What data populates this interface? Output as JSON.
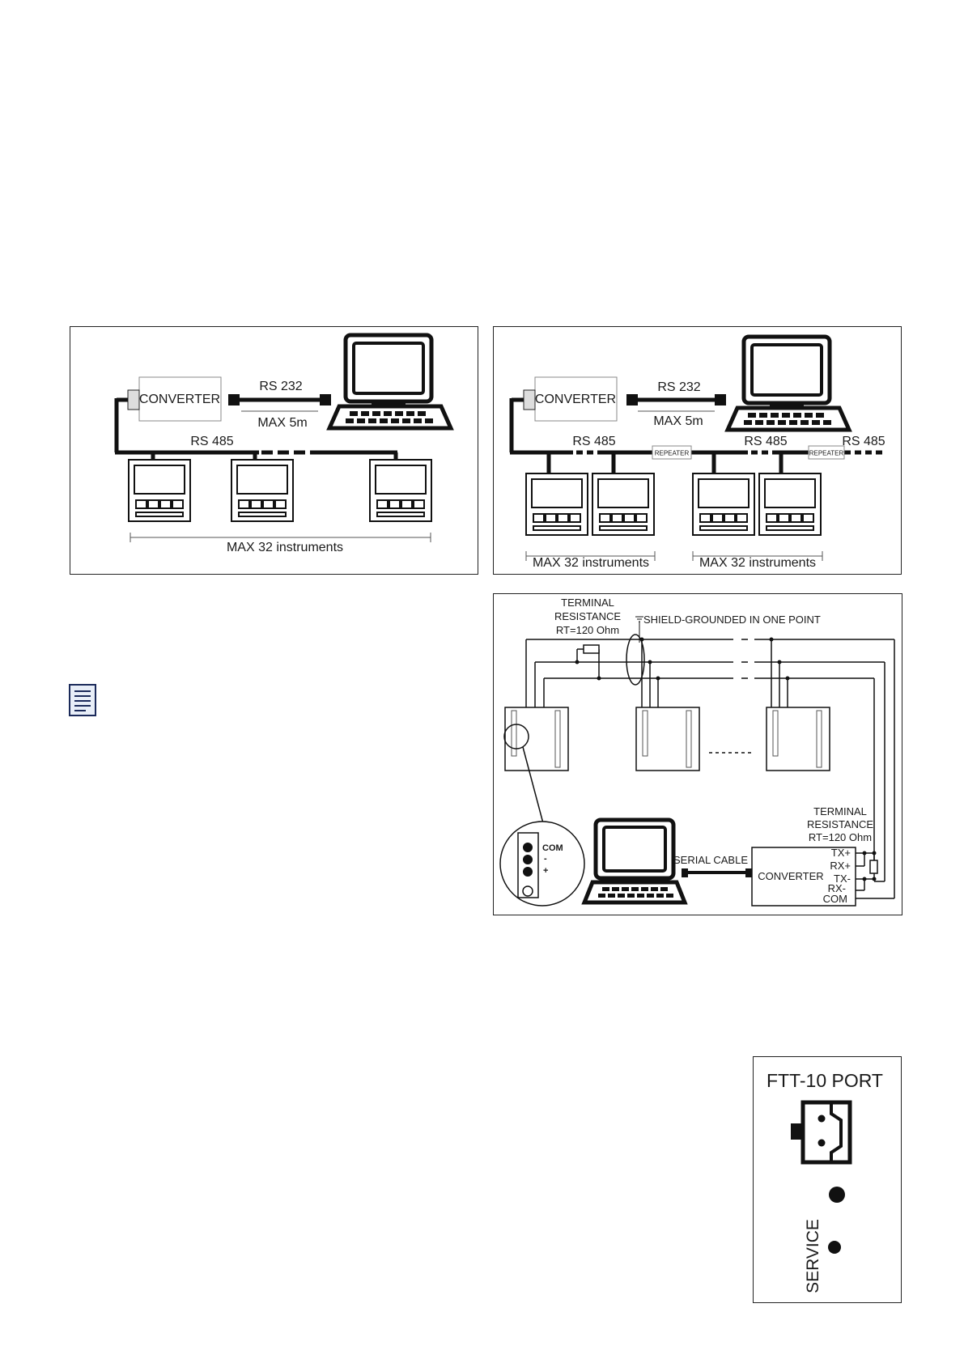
{
  "diagram1": {
    "converter": "CONVERTER",
    "rs232": "RS 232",
    "max5m": "MAX 5m",
    "rs485": "RS 485",
    "max32": "MAX 32 instruments"
  },
  "diagram2": {
    "converter": "CONVERTER",
    "rs232": "RS 232",
    "max5m": "MAX 5m",
    "rs485_a": "RS 485",
    "rs485_b": "RS 485",
    "rs485_c": "RS 485",
    "repeater_1": "REPEATER",
    "repeater_2": "REPEATER",
    "max32_a": "MAX 32 instruments",
    "max32_b": "MAX 32 instruments"
  },
  "diagram3": {
    "terminal_res_top": [
      "TERMINAL",
      "RESISTANCE",
      "RT=120 Ohm"
    ],
    "shield": "SHIELD-GROUNDED IN ONE POINT",
    "terminal_res_right": [
      "TERMINAL",
      "RESISTANCE",
      "RT=120 Ohm"
    ],
    "serial_cable": "SERIAL CABLE",
    "converter": "CONVERTER",
    "pins": [
      "TX+",
      "RX+",
      "TX-",
      "RX-",
      "COM"
    ],
    "zoom_labels": [
      "COM",
      "-",
      "+"
    ]
  },
  "port_panel": {
    "title": "FTT-10 PORT",
    "service": "SERVICE"
  },
  "icons": {
    "note": "note-icon"
  }
}
